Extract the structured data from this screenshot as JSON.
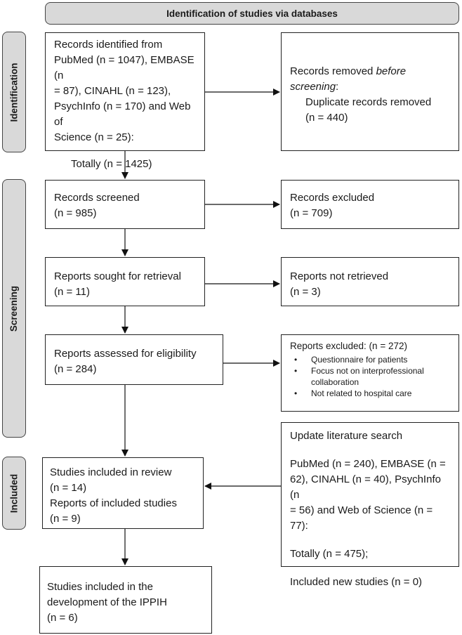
{
  "header": "Identification of studies via databases",
  "phases": {
    "identification": "Identification",
    "screening": "Screening",
    "included": "Included"
  },
  "boxes": {
    "identified": {
      "l1": "Records identified from",
      "l2": "PubMed (n = 1047), EMBASE (n",
      "l3": "= 87), CINAHL (n = 123),",
      "l4": "PsychInfo (n = 170) and Web of",
      "l5": "Science (n = 25):",
      "total": "Totally (n = 1425)"
    },
    "removed": {
      "l1a": "Records removed ",
      "l1b": "before",
      "l2a": "screening",
      "l2b": ":",
      "l3": "Duplicate records removed",
      "l4": "(n = 440)"
    },
    "screened": {
      "l1": "Records screened",
      "l2": "(n = 985)"
    },
    "excluded": {
      "l1": "Records excluded",
      "l2": "(n = 709)"
    },
    "sought": {
      "l1": "Reports sought for retrieval",
      "l2": "(n = 11)"
    },
    "not_retrieved": {
      "l1": "Reports not retrieved",
      "l2": "(n = 3)"
    },
    "assessed": {
      "l1": "Reports assessed for eligibility",
      "l2": "(n = 284)"
    },
    "reports_excluded": {
      "title": "Reports excluded: (n = 272)",
      "b1": "Questionnaire for patients",
      "b2a": "Focus not on interprofessional",
      "b2b": "collaboration",
      "b3": "Not related to hospital care"
    },
    "update": {
      "title": "Update literature search",
      "l1": "PubMed (n = 240), EMBASE (n =",
      "l2": "62), CINAHL (n = 40), PsychInfo (n",
      "l3": "= 56) and Web of Science (n = 77):",
      "total": "Totally (n = 475);",
      "new": "Included new studies (n = 0)"
    },
    "included": {
      "l1": "Studies included in review",
      "l2": "(n = 14)",
      "l3": "Reports of included studies",
      "l4": "(n = 9)"
    },
    "ippih": {
      "l1": "Studies included in the",
      "l2": "development of the IPPIH",
      "l3": "(n = 6)"
    }
  }
}
